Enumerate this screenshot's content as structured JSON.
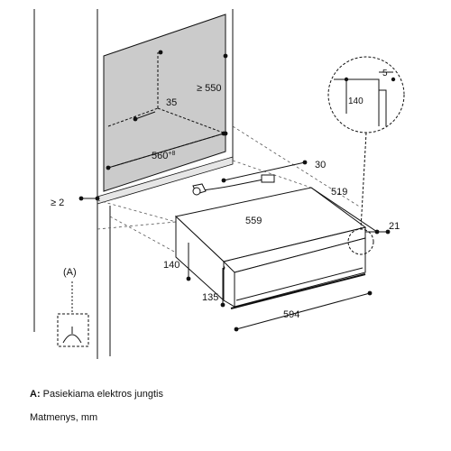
{
  "diagram": {
    "dimensions": {
      "depth_550": "≥ 550",
      "opening_35": "35",
      "width_560": "560",
      "width_560_tolerance": "+8",
      "gap_2": "≥ 2",
      "cable_30": "30",
      "depth_519": "519",
      "top_559": "559",
      "detail_5": "5",
      "detail_140": "140",
      "offset_21": "21",
      "height_140": "140",
      "height_135": "135",
      "width_594": "594"
    },
    "marker_a": "(A)",
    "colors": {
      "niche_fill": "#cbcbcb",
      "line": "#111111"
    }
  },
  "legend": {
    "a_key": "A:",
    "a_text": "Pasiekiama elektros jungtis",
    "units": "Matmenys, mm"
  }
}
